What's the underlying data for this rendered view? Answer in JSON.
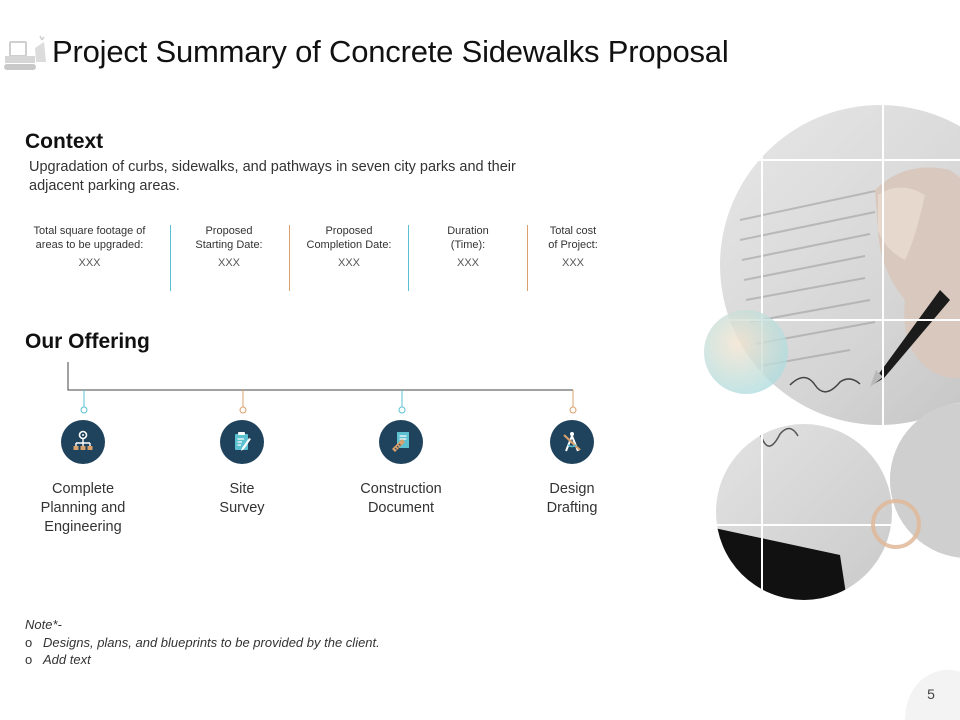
{
  "header": {
    "title": "Project Summary of Concrete Sidewalks Proposal",
    "logo_icon": "bulldozer-icon"
  },
  "context": {
    "heading": "Context",
    "text": "Upgradation of curbs, sidewalks, and pathways in seven city parks and their adjacent parking areas.",
    "stats": [
      {
        "label_lines": [
          "Total square footage of",
          "areas to be upgraded:"
        ],
        "value": "XXX"
      },
      {
        "label_lines": [
          "Proposed",
          "Starting Date:"
        ],
        "value": "XXX"
      },
      {
        "label_lines": [
          "Proposed",
          "Completion Date:"
        ],
        "value": "XXX"
      },
      {
        "label_lines": [
          "Duration",
          "(Time):"
        ],
        "value": "XXX"
      },
      {
        "label_lines": [
          "Total cost",
          "of Project:"
        ],
        "value": "XXX"
      }
    ]
  },
  "offering": {
    "heading": "Our Offering",
    "items": [
      {
        "label_lines": [
          "Complete",
          "Planning and",
          "Engineering"
        ],
        "icon": "flowchart-gear-icon"
      },
      {
        "label_lines": [
          "Site",
          "Survey"
        ],
        "icon": "clipboard-pen-icon"
      },
      {
        "label_lines": [
          "Construction",
          "Document"
        ],
        "icon": "document-ruler-icon"
      },
      {
        "label_lines": [
          "Design",
          "Drafting"
        ],
        "icon": "drafting-compass-icon"
      }
    ]
  },
  "note": {
    "heading": "Note*-",
    "bullet": "o",
    "items": [
      "Designs, plans, and blueprints to be provided by the client.",
      "Add text"
    ]
  },
  "page_number": "5",
  "colors": {
    "navy": "#20435d",
    "teal": "#5bc0d0",
    "orange": "#d9a06c",
    "title": "#111111"
  }
}
